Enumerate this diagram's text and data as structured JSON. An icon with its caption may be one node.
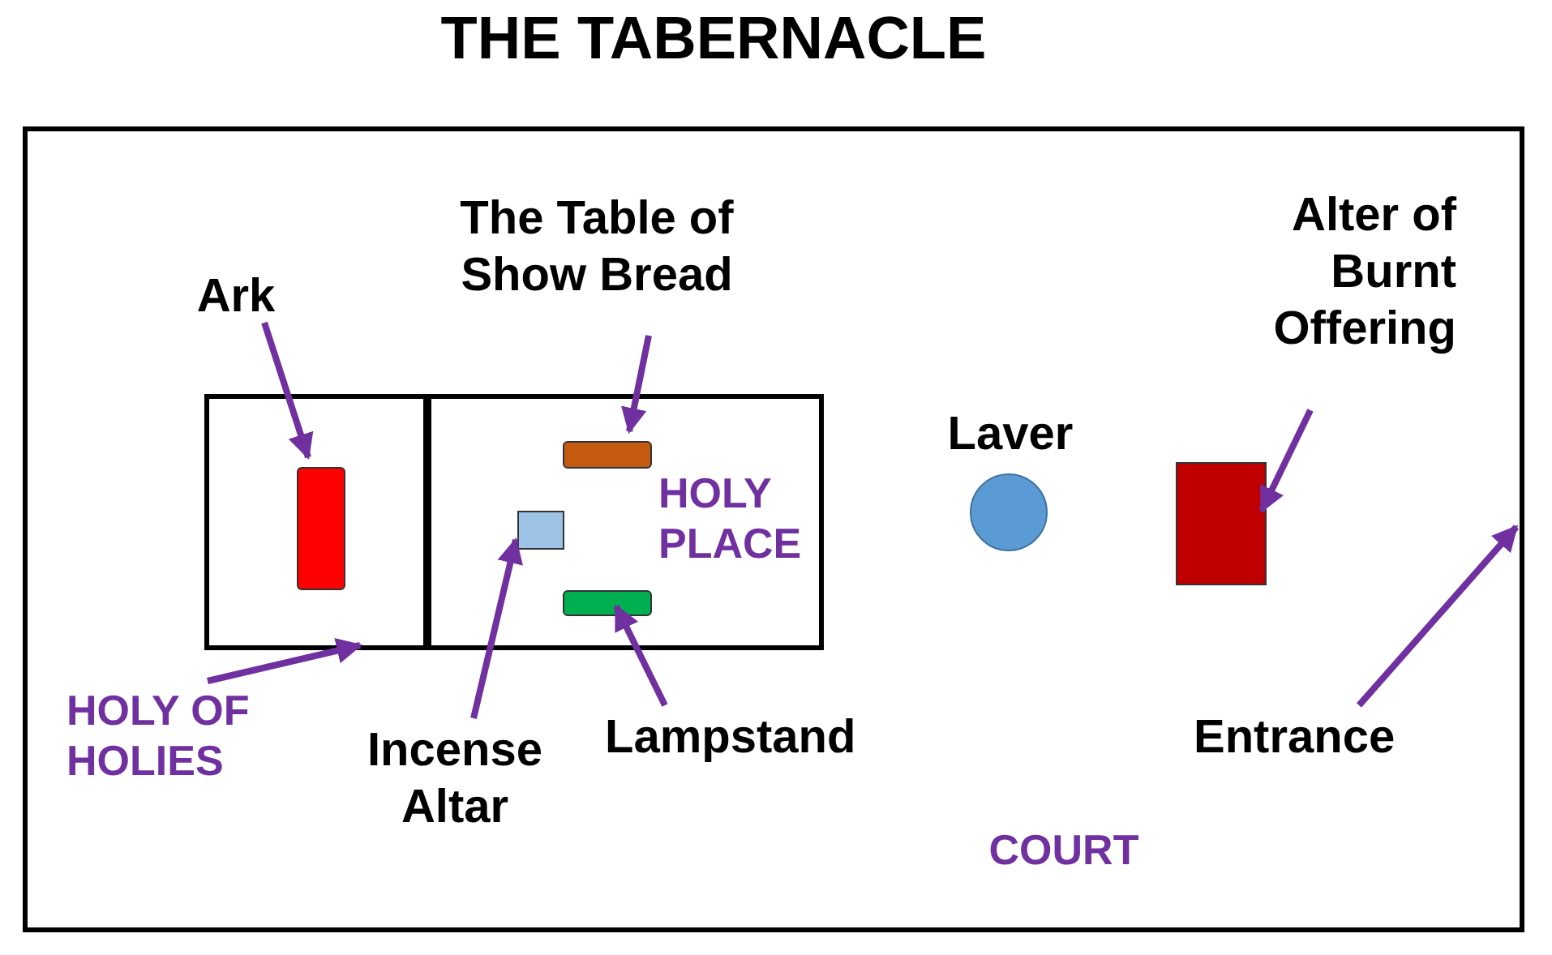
{
  "diagram": {
    "title": "THE TABERNACLE",
    "nodes": [
      {
        "text": [
          "COURT"
        ]
      },
      {
        "text": [],
        "shape": "box",
        "in": 0
      },
      {
        "text": [
          "HOLY PLACE"
        ],
        "in": 0
      },
      {
        "text": [],
        "shape": "bar",
        "in": 1
      },
      {
        "text": [],
        "shape": "bar",
        "in": 2
      },
      {
        "text": [],
        "shape": "box",
        "in": 2
      },
      {
        "text": [],
        "shape": "bar",
        "in": 2
      },
      {
        "text": [
          "Laver"
        ],
        "in": 0
      },
      {
        "text": [],
        "shape": "box",
        "in": 0
      },
      {
        "text": [
          "Ark"
        ],
        "in": 0
      },
      {
        "text": [
          "The Table of Show Bread"
        ],
        "in": 0
      },
      {
        "text": [
          "Alter of Burnt Offering"
        ],
        "in": 0
      },
      {
        "text": [
          "HOLY OF HOLIES"
        ],
        "in": 0
      },
      {
        "text": [
          "Incense Altar"
        ],
        "in": 0
      },
      {
        "text": [
          "Lampstand"
        ],
        "in": 0
      },
      {
        "text": [
          "Entrance"
        ],
        "in": 0
      }
    ],
    "edges": [
      {
        "from": 9,
        "to": 3,
        "arrow": "to"
      },
      {
        "from": 10,
        "to": 4,
        "arrow": "to"
      },
      {
        "from": 11,
        "to": 8,
        "arrow": "to"
      },
      {
        "from": 12,
        "to": 1,
        "arrow": "to"
      },
      {
        "from": 13,
        "to": 5,
        "arrow": "to"
      },
      {
        "from": 14,
        "to": 6,
        "arrow": "to"
      },
      {
        "from": 15,
        "to": null,
        "arrow": "to"
      }
    ]
  }
}
